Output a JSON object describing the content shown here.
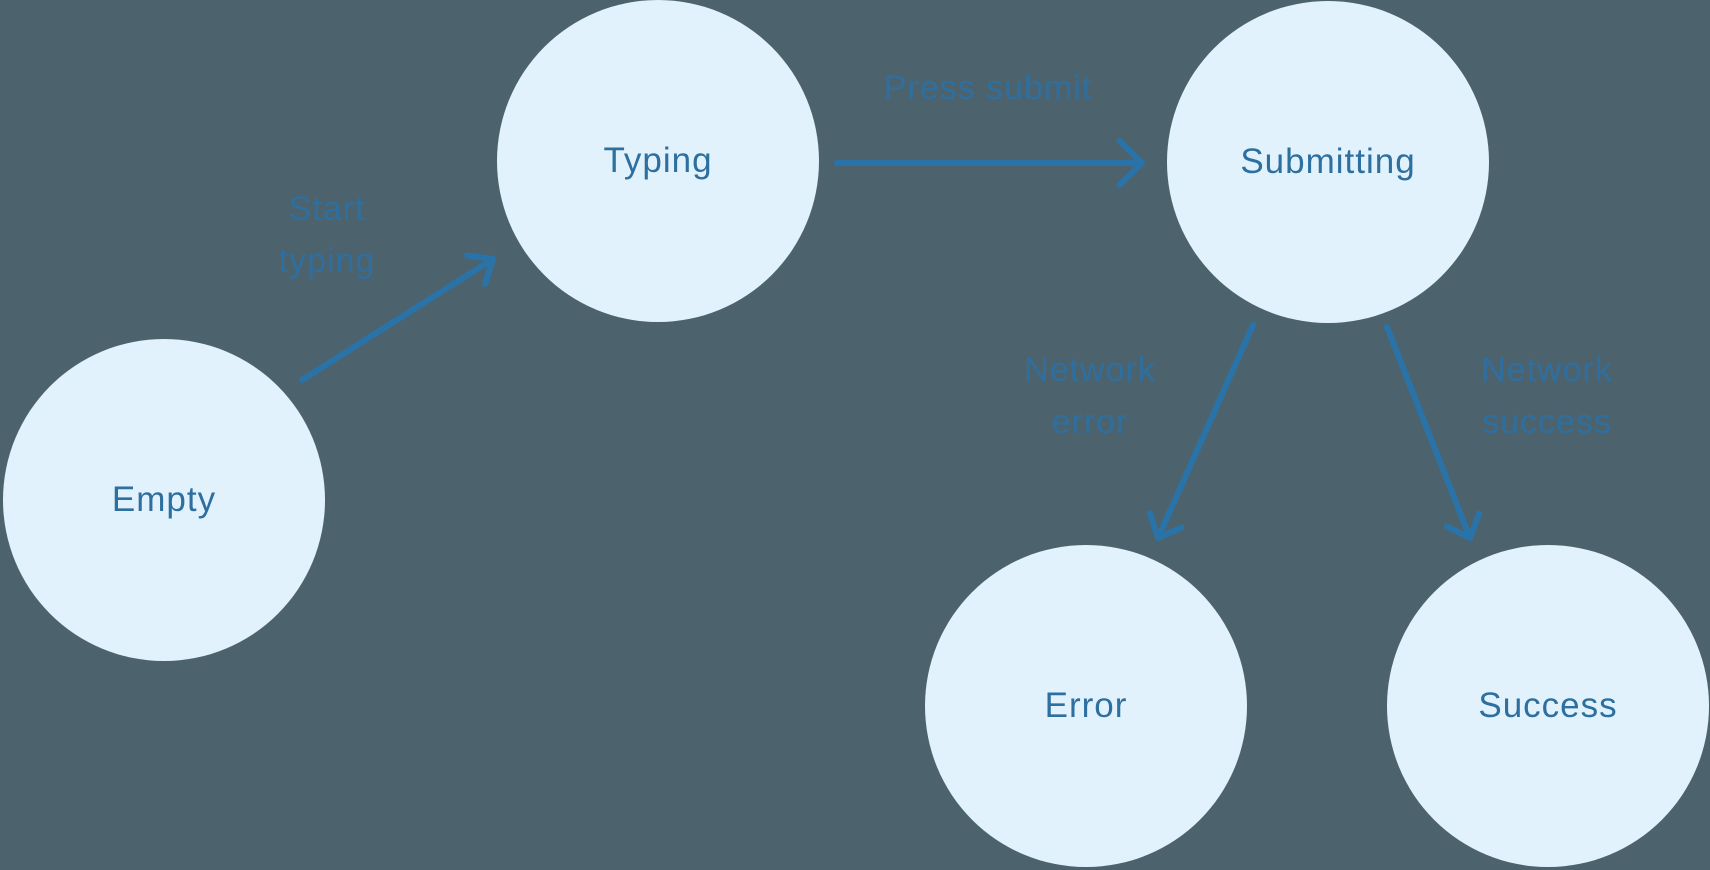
{
  "diagram": {
    "type": "state-machine",
    "nodes": [
      {
        "id": "empty",
        "label": "Empty"
      },
      {
        "id": "typing",
        "label": "Typing"
      },
      {
        "id": "submitting",
        "label": "Submitting"
      },
      {
        "id": "error",
        "label": "Error"
      },
      {
        "id": "success",
        "label": "Success"
      }
    ],
    "edges": [
      {
        "from": "empty",
        "to": "typing",
        "label": "Start typing"
      },
      {
        "from": "typing",
        "to": "submitting",
        "label": "Press submit"
      },
      {
        "from": "submitting",
        "to": "error",
        "label": "Network error"
      },
      {
        "from": "submitting",
        "to": "success",
        "label": "Network success"
      }
    ],
    "colors": {
      "background": "#4c636e",
      "node_fill": "#e2f2fd",
      "node_text": "#2d6f9f",
      "arrow": "#2a73a8",
      "edge_label": "#2f6fa0"
    }
  }
}
